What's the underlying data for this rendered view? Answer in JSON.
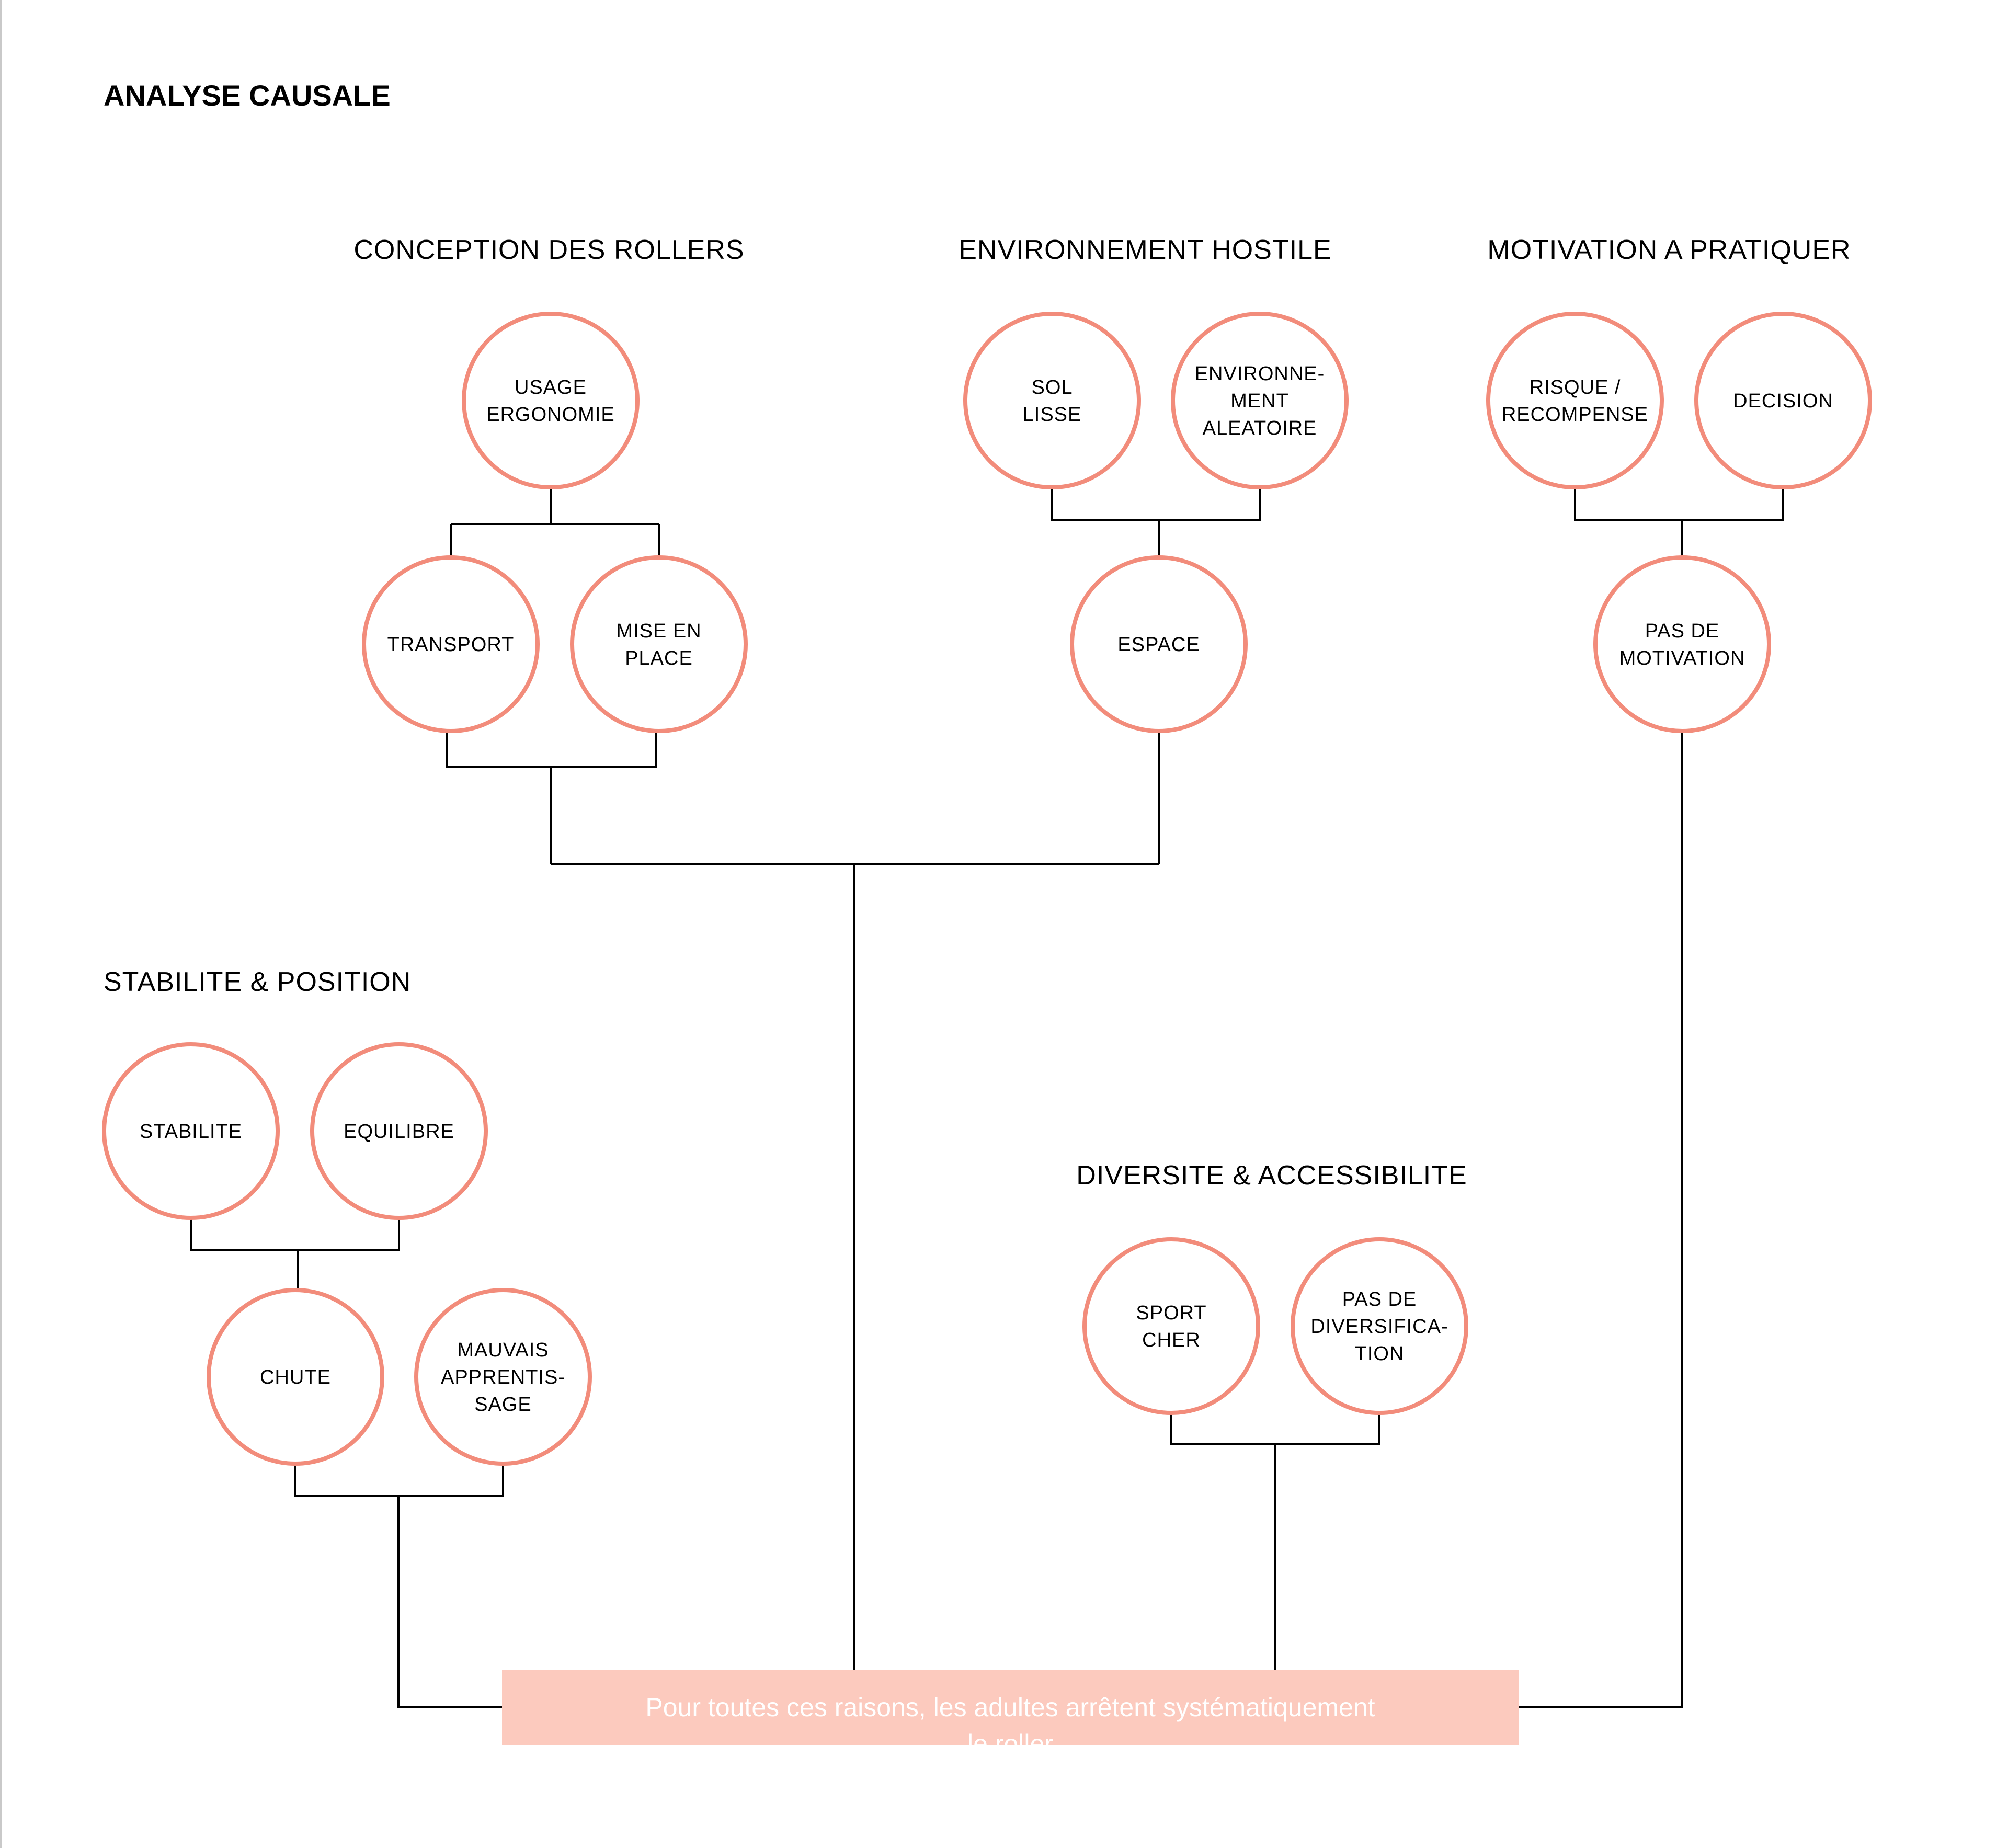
{
  "page_title": "ANALYSE CAUSALE",
  "groups": {
    "conception": "CONCEPTION DES ROLLERS",
    "environnement": "ENVIRONNEMENT HOSTILE",
    "motivation": "MOTIVATION A PRATIQUER",
    "stabilite": "STABILITE & POSITION",
    "diversite": "DIVERSITE & ACCESSIBILITE"
  },
  "nodes": {
    "usage": [
      "USAGE",
      "ERGONOMIE"
    ],
    "transport": [
      "TRANSPORT"
    ],
    "mise_en_place": [
      "MISE EN",
      "PLACE"
    ],
    "sol_lisse": [
      "SOL",
      "LISSE"
    ],
    "environnement_aleatoire": [
      "ENVIRONNE-",
      "MENT",
      "ALEATOIRE"
    ],
    "espace": [
      "ESPACE"
    ],
    "risque": [
      "RISQUE /",
      "RECOMPENSE"
    ],
    "decision": [
      "DECISION"
    ],
    "pas_de_motivation": [
      "PAS DE",
      "MOTIVATION"
    ],
    "stabilite": [
      "STABILITE"
    ],
    "equilibre": [
      "EQUILIBRE"
    ],
    "chute": [
      "CHUTE"
    ],
    "mauvais_apprentissage": [
      "MAUVAIS",
      "APPRENTIS-",
      "SAGE"
    ],
    "sport_cher": [
      "SPORT",
      "CHER"
    ],
    "pas_de_diversification": [
      "PAS DE",
      "DIVERSIFICA-",
      "TION"
    ]
  },
  "conclusion": [
    "Pour toutes ces raisons, les adultes arrêtent systématiquement",
    "le roller"
  ],
  "colors": {
    "circle_stroke": "#f28c7b",
    "conclusion_fill": "#fccabe",
    "line": "#000000"
  }
}
